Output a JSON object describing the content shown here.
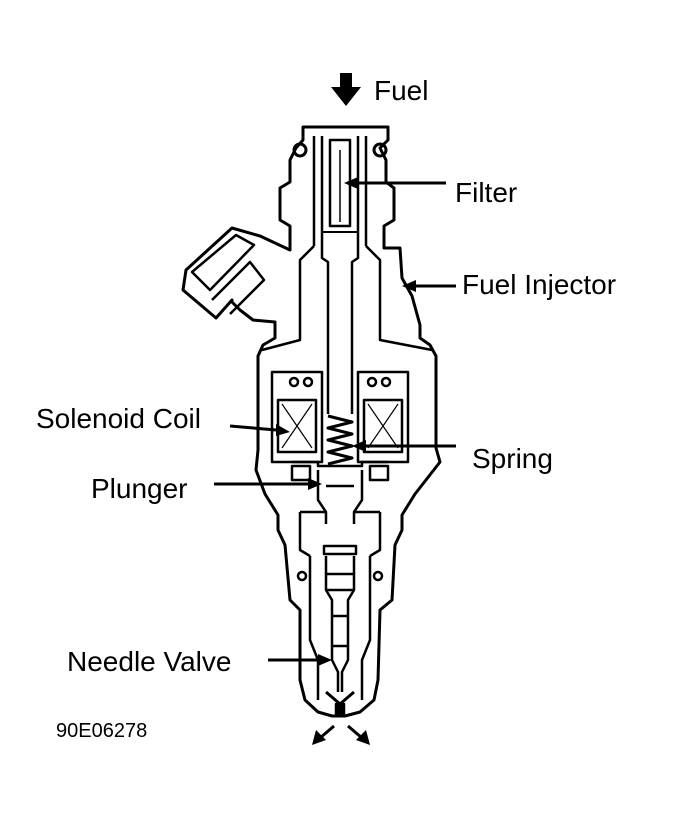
{
  "diagram": {
    "labels": {
      "fuel": "Fuel",
      "filter": "Filter",
      "fuel_injector": "Fuel Injector",
      "solenoid_coil": "Solenoid Coil",
      "spring": "Spring",
      "plunger": "Plunger",
      "needle_valve": "Needle Valve"
    },
    "figure_code": "90E06278",
    "colors": {
      "ink": "#000000",
      "background": "#ffffff"
    }
  }
}
